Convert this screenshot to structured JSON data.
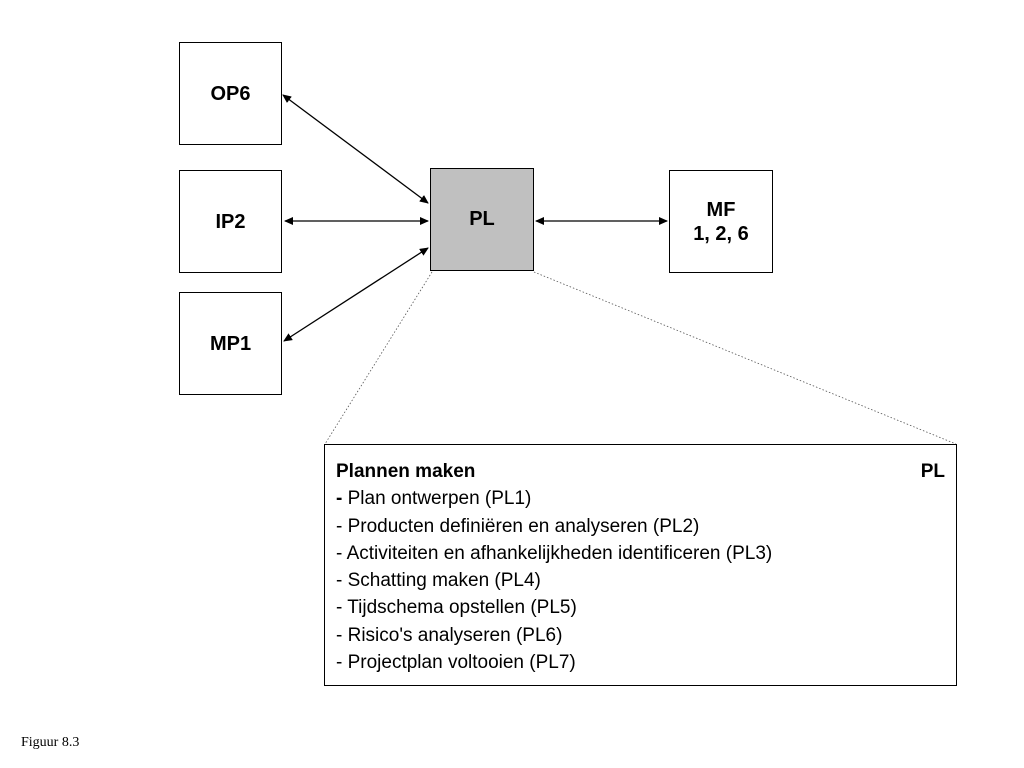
{
  "nodes": {
    "op6": "OP6",
    "ip2": "IP2",
    "mp1": "MP1",
    "pl": "PL",
    "mf_line1": "MF",
    "mf_line2": "1, 2, 6"
  },
  "detail": {
    "title": "Plannen maken",
    "code": "PL",
    "items": [
      "Plan ontwerpen (PL1)",
      "Producten definiëren en analyseren (PL2)",
      "Activiteiten en afhankelijkheden identificeren (PL3)",
      "Schatting maken (PL4)",
      "Tijdschema opstellen (PL5)",
      "Risico's analyseren (PL6)",
      "Projectplan voltooien (PL7)"
    ]
  },
  "caption": "Figuur 8.3",
  "colors": {
    "center_fill": "#c0c0c0",
    "border": "#000000",
    "background": "#ffffff"
  }
}
